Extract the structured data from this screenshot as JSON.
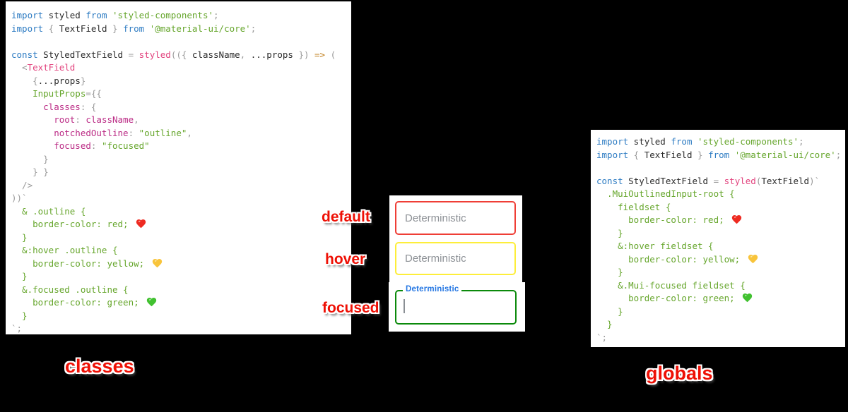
{
  "left_code": {
    "lines": [
      [
        [
          "kw",
          "import"
        ],
        [
          "id",
          " styled"
        ],
        [
          "kw",
          " from"
        ],
        [
          "str",
          " 'styled-components'"
        ],
        [
          "pun",
          ";"
        ]
      ],
      [
        [
          "kw",
          "import"
        ],
        [
          "pun",
          " {"
        ],
        [
          "id",
          " TextField"
        ],
        [
          "pun",
          " }"
        ],
        [
          "kw",
          " from"
        ],
        [
          "str",
          " '@material-ui/core'"
        ],
        [
          "pun",
          ";"
        ]
      ],
      [],
      [
        [
          "kw",
          "const"
        ],
        [
          "id",
          " StyledTextField"
        ],
        [
          "pun",
          " ="
        ],
        [
          "fn",
          " styled"
        ],
        [
          "pun",
          "(({ "
        ],
        [
          "id",
          "className"
        ],
        [
          "pun",
          ","
        ],
        [
          "id",
          " ...props"
        ],
        [
          "pun",
          " })"
        ],
        [
          "arw",
          " =>"
        ],
        [
          "pun",
          " ("
        ]
      ],
      [
        [
          "pun",
          "  <"
        ],
        [
          "fn",
          "TextField"
        ]
      ],
      [
        [
          "pun",
          "    {"
        ],
        [
          "id",
          "...props"
        ],
        [
          "pun",
          "}"
        ]
      ],
      [
        [
          "str",
          "    InputProps"
        ],
        [
          "pun",
          "={{"
        ]
      ],
      [
        [
          "prop",
          "      classes"
        ],
        [
          "pun",
          ": {"
        ]
      ],
      [
        [
          "prop",
          "        root"
        ],
        [
          "pun",
          ": "
        ],
        [
          "prop",
          "className"
        ],
        [
          "pun",
          ","
        ]
      ],
      [
        [
          "prop",
          "        notchedOutline"
        ],
        [
          "pun",
          ": "
        ],
        [
          "str",
          "\"outline\""
        ],
        [
          "pun",
          ","
        ]
      ],
      [
        [
          "prop",
          "        focused"
        ],
        [
          "pun",
          ": "
        ],
        [
          "str",
          "\"focused\""
        ]
      ],
      [
        [
          "pun",
          "      }"
        ]
      ],
      [
        [
          "pun",
          "    } }"
        ]
      ],
      [
        [
          "pun",
          "  />"
        ]
      ],
      [
        [
          "pun",
          "))`"
        ]
      ],
      [
        [
          "css",
          "  & .outline {"
        ]
      ],
      [
        [
          "css",
          "    border-color: red; "
        ],
        [
          "heart",
          "red"
        ]
      ],
      [
        [
          "css",
          "  }"
        ]
      ],
      [
        [
          "css",
          "  &:hover .outline {"
        ]
      ],
      [
        [
          "css",
          "    border-color: yellow; "
        ],
        [
          "heart",
          "yellow"
        ]
      ],
      [
        [
          "css",
          "  }"
        ]
      ],
      [
        [
          "css",
          "  &.focused .outline {"
        ]
      ],
      [
        [
          "css",
          "    border-color: green; "
        ],
        [
          "heart",
          "green"
        ]
      ],
      [
        [
          "css",
          "  }"
        ]
      ],
      [
        [
          "pun",
          "`;"
        ]
      ]
    ]
  },
  "right_code": {
    "lines": [
      [
        [
          "kw",
          "import"
        ],
        [
          "id",
          " styled"
        ],
        [
          "kw",
          " from"
        ],
        [
          "str",
          " 'styled-components'"
        ],
        [
          "pun",
          ";"
        ]
      ],
      [
        [
          "kw",
          "import"
        ],
        [
          "pun",
          " {"
        ],
        [
          "id",
          " TextField"
        ],
        [
          "pun",
          " }"
        ],
        [
          "kw",
          " from"
        ],
        [
          "str",
          " '@material-ui/core'"
        ],
        [
          "pun",
          ";"
        ]
      ],
      [],
      [
        [
          "kw",
          "const"
        ],
        [
          "id",
          " StyledTextField"
        ],
        [
          "pun",
          " ="
        ],
        [
          "fn",
          " styled"
        ],
        [
          "pun",
          "("
        ],
        [
          "id",
          "TextField"
        ],
        [
          "pun",
          ")`"
        ]
      ],
      [
        [
          "css",
          "  .MuiOutlinedInput-root {"
        ]
      ],
      [
        [
          "css",
          "    fieldset {"
        ]
      ],
      [
        [
          "css",
          "      border-color: red; "
        ],
        [
          "heart",
          "red"
        ]
      ],
      [
        [
          "css",
          "    }"
        ]
      ],
      [
        [
          "css",
          "    &:hover fieldset {"
        ]
      ],
      [
        [
          "css",
          "      border-color: yellow; "
        ],
        [
          "heart",
          "yellow"
        ]
      ],
      [
        [
          "css",
          "    }"
        ]
      ],
      [
        [
          "css",
          "    &.Mui-focused fieldset {"
        ]
      ],
      [
        [
          "css",
          "      border-color: green; "
        ],
        [
          "heart",
          "green"
        ]
      ],
      [
        [
          "css",
          "    }"
        ]
      ],
      [
        [
          "css",
          "  }"
        ]
      ],
      [
        [
          "pun",
          "`;"
        ]
      ]
    ]
  },
  "preview": {
    "default": {
      "label": "default",
      "placeholder": "Deterministic"
    },
    "hover": {
      "label": "hover",
      "placeholder": "Deterministic"
    },
    "focused": {
      "label": "focused",
      "field_label": "Deterministic"
    }
  },
  "captions": {
    "left": "classes",
    "right": "globals"
  },
  "colors": {
    "keyword": "#2e7cc3",
    "identifier": "#2b2b2b",
    "punctuation": "#9a9a9a",
    "function_pink": "#e2437e",
    "property_magenta": "#bb2b85",
    "string_green": "#66a62c",
    "arrow_orange": "#c1801f",
    "css_green": "#66a62c",
    "hearts": {
      "red": "#ee2a21",
      "yellow": "#f8c43b",
      "green": "#41c130"
    },
    "field_border_default": "#ef3e36",
    "field_border_hover": "#fdee3a",
    "field_border_focused": "#0b8a0b",
    "focused_label_blue": "#2577e3",
    "placeholder_gray": "#8d9196",
    "sticker_red": "#ee1005"
  }
}
